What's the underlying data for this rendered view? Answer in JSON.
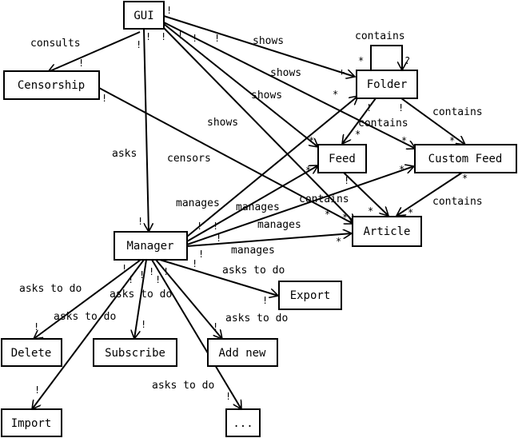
{
  "nodes": {
    "gui": "GUI",
    "censorship": "Censorship",
    "folder": "Folder",
    "feed": "Feed",
    "custom_feed": "Custom Feed",
    "article": "Article",
    "manager": "Manager",
    "export": "Export",
    "delete": "Delete",
    "subscribe": "Subscribe",
    "add_new": "Add new",
    "import": "Import",
    "ellipsis": "..."
  },
  "edge_labels": {
    "consults": "consults",
    "shows": "shows",
    "asks": "asks",
    "contains": "contains",
    "censors": "censors",
    "manages": "manages",
    "asks_to_do": "asks to do"
  },
  "multiplicity": {
    "one": "!",
    "many": "*",
    "plus": "+",
    "optional": "?"
  }
}
